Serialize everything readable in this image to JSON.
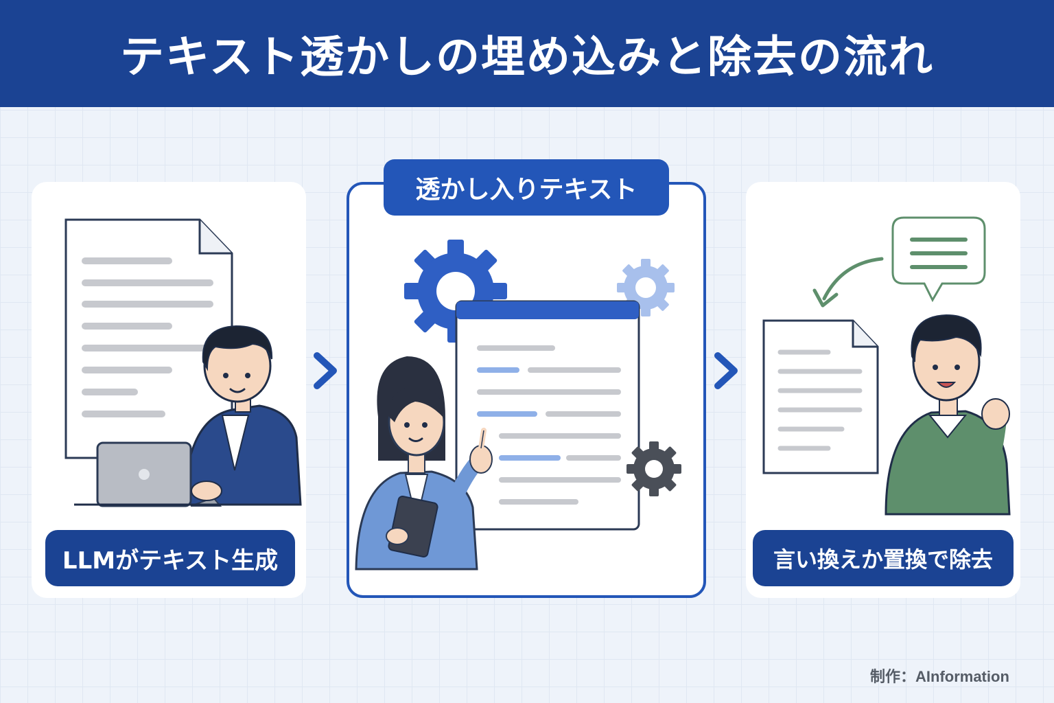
{
  "header": {
    "title": "テキスト透かしの埋め込みと除去の流れ"
  },
  "steps": [
    {
      "caption": "LLMがテキスト生成"
    },
    {
      "tag": "透かし入りテキスト"
    },
    {
      "caption": "言い換えか置換で除去"
    }
  ],
  "credit": {
    "text": "制作：AInformation"
  },
  "colors": {
    "navy": "#1b4393",
    "blue": "#2356b8",
    "accent_blue": "#4a74d0",
    "light_blue": "#8fb0e8",
    "green": "#5e8f6c",
    "gray_line": "#c7c9ce",
    "background": "#eef3fa"
  },
  "icons": [
    "document-icon",
    "laptop-icon",
    "person-icon",
    "gear-icon",
    "chevron-right-icon",
    "speech-bubble-icon",
    "curved-arrow-icon",
    "tablet-icon"
  ]
}
